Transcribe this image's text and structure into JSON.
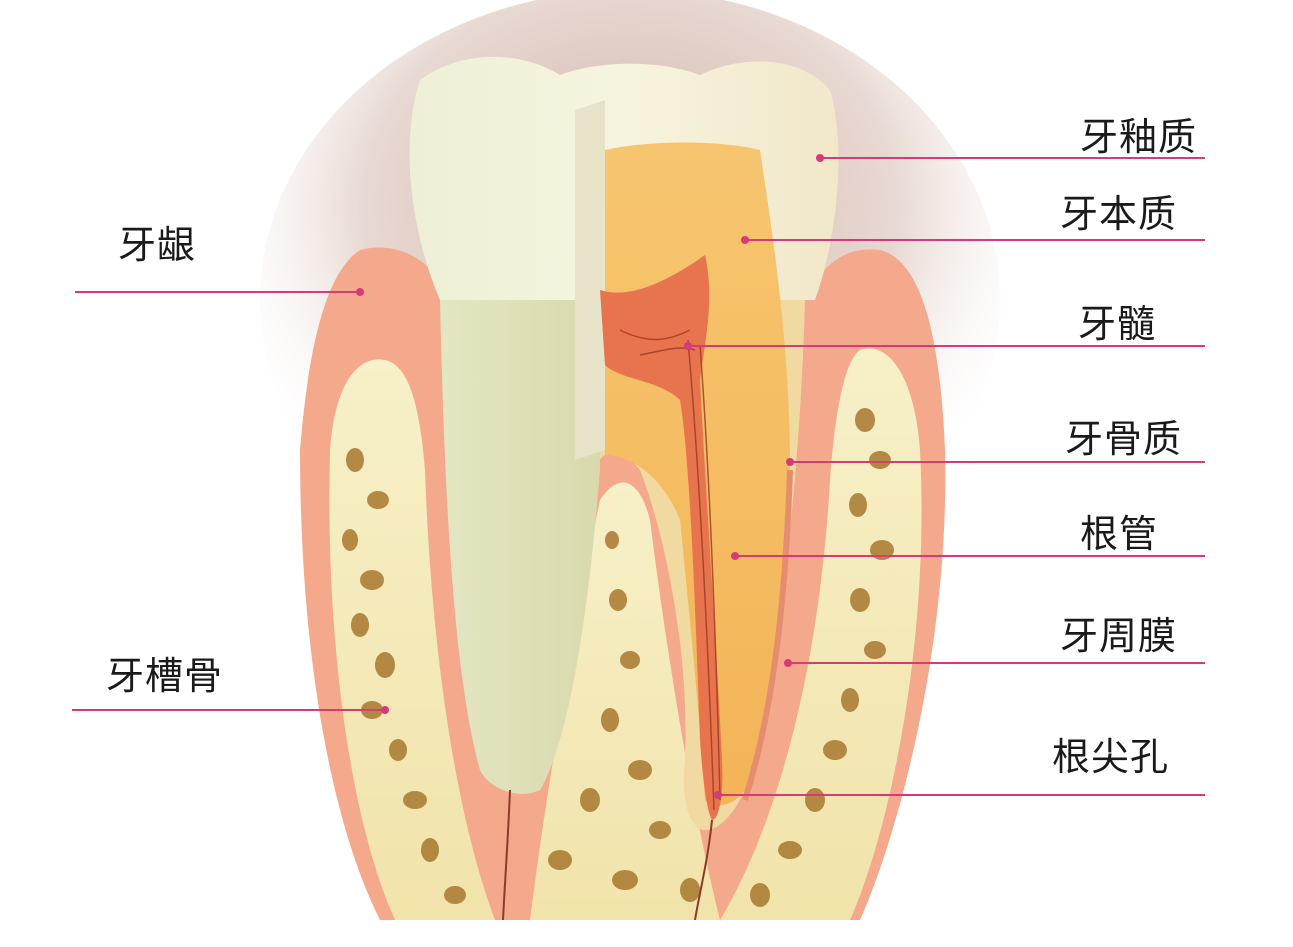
{
  "diagram": {
    "leader_color": "#d63a78",
    "labels_right": [
      {
        "id": "enamel",
        "text": "牙釉质"
      },
      {
        "id": "dentin",
        "text": "牙本质"
      },
      {
        "id": "pulp",
        "text": "牙髓"
      },
      {
        "id": "cementum",
        "text": "牙骨质"
      },
      {
        "id": "root-canal",
        "text": "根管"
      },
      {
        "id": "periodontal-membrane",
        "text": "牙周膜"
      },
      {
        "id": "apical-foramen",
        "text": "根尖孔"
      }
    ],
    "labels_left": [
      {
        "id": "gum",
        "text": "牙龈"
      },
      {
        "id": "alveolar-bone",
        "text": "牙槽骨"
      }
    ]
  }
}
